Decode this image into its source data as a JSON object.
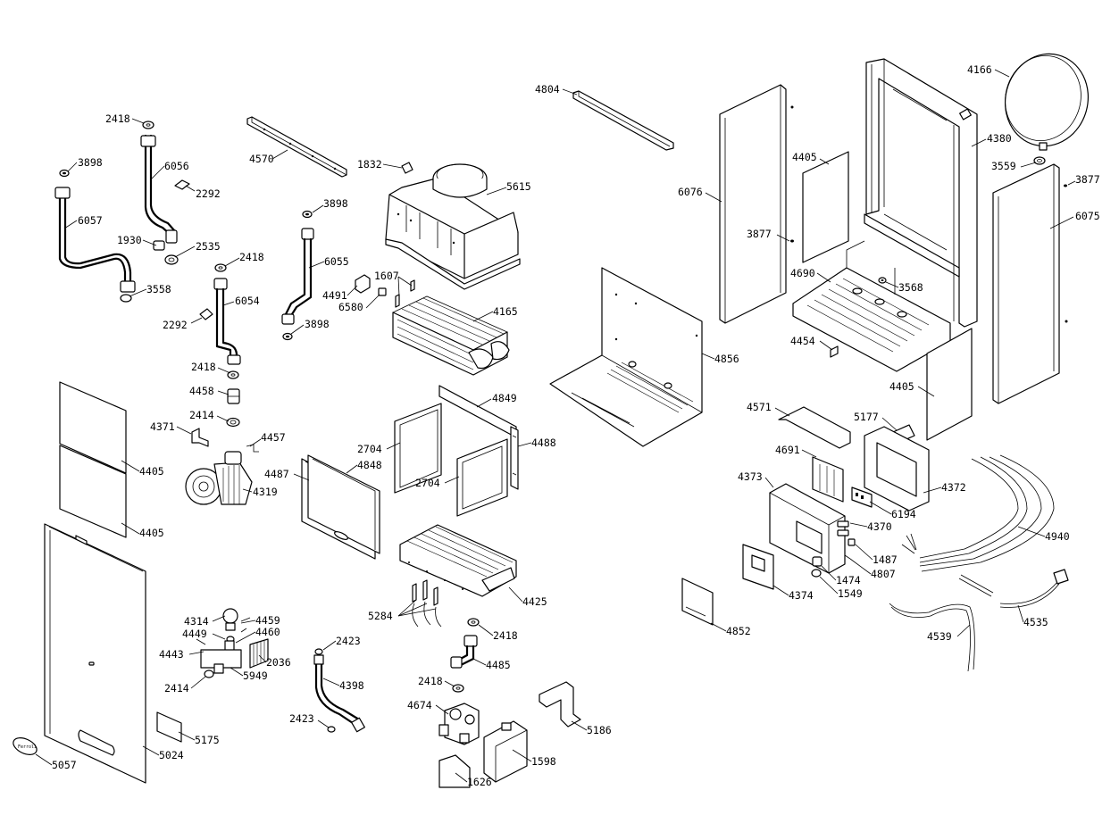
{
  "labels": [
    "2418",
    "6056",
    "2292",
    "1930",
    "2535",
    "3898",
    "6057",
    "3558",
    "4570",
    "3898",
    "2418",
    "6055",
    "6054",
    "2292",
    "3898",
    "1832",
    "5615",
    "4491",
    "1607",
    "6580",
    "4165",
    "2418",
    "4458",
    "2414",
    "4371",
    "4457",
    "4319",
    "4405",
    "4405",
    "4487",
    "4848",
    "2704",
    "4849",
    "2704",
    "4488",
    "4804",
    "4856",
    "6076",
    "4405",
    "3877",
    "4690",
    "3568",
    "4454",
    "4166",
    "4380",
    "3559",
    "3877",
    "6075",
    "4405",
    "4571",
    "5177",
    "4691",
    "4372",
    "4373",
    "6194",
    "4370",
    "4940",
    "1487",
    "4807",
    "1474",
    "1549",
    "4374",
    "4852",
    "4425",
    "5284",
    "2418",
    "4485",
    "4314",
    "4459",
    "4449",
    "4460",
    "4443",
    "2036",
    "5949",
    "2414",
    "2423",
    "4398",
    "2423",
    "2418",
    "4674",
    "5186",
    "1598",
    "1626",
    "4539",
    "4535",
    "5175",
    "5024",
    "5057"
  ],
  "logo_text": "Ferroli"
}
